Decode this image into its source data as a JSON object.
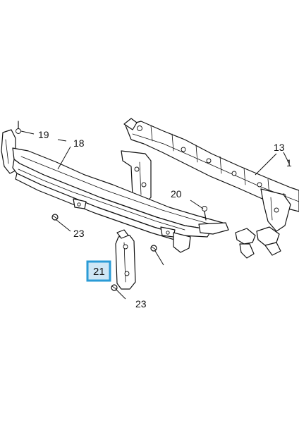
{
  "colors": {
    "highlight_border": "#2a9bd6",
    "highlight_fill": "#cfe7f5",
    "line": "#111111"
  },
  "callouts": {
    "c19": "19",
    "c18": "18",
    "c13": "13",
    "c1": "1",
    "c20": "20",
    "c23a": "23",
    "c21": "21",
    "c23b": "23"
  }
}
